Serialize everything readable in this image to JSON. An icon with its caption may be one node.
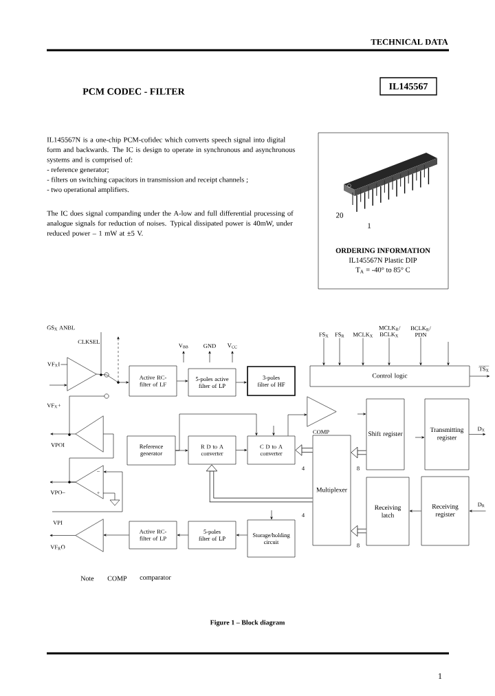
{
  "diagram": {
    "title": "PCM CODEC - FILTER",
    "caption": "Figure 1 – Block diagram",
    "nodes": [
      {
        "text": [
          "IL145567"
        ]
      },
      {
        "text": [
          "ORDERING INFORMATION",
          "IL145567N Plastic DIP",
          "T$_{A}$ = -40° to 85° C"
        ]
      },
      {
        "text": [
          "VF$_{X}$I"
        ]
      },
      {
        "text": [],
        "shape": "triangle"
      },
      {
        "text": [
          "Active RC-filter of LF"
        ]
      },
      {
        "text": [
          "5-poles active filter of LP"
        ]
      },
      {
        "text": [
          "3-poles filter of HF"
        ]
      },
      {
        "text": [
          "FS$_{X}$"
        ]
      },
      {
        "text": [
          "FS$_{R}$"
        ]
      },
      {
        "text": [
          "MCLK$_{X}$"
        ]
      },
      {
        "text": [
          "MCLK$_{R}$/ BCLK$_{X}$"
        ]
      },
      {
        "text": [
          "BCLK$_{R}$/ PDN"
        ]
      },
      {
        "text": [
          "Control logic"
        ]
      },
      {
        "text": [
          "TS$_{X}$"
        ]
      },
      {
        "text": [],
        "shape": "triangle",
        "beside": [
          "COMP"
        ]
      },
      {
        "text": [
          "Shift register"
        ]
      },
      {
        "text": [
          "Transmitting register"
        ]
      },
      {
        "text": [
          "D$_{X}$"
        ]
      },
      {
        "text": [],
        "shape": "triangle"
      },
      {
        "text": [
          "VPOI"
        ]
      },
      {
        "text": [
          "Reference generator"
        ]
      },
      {
        "text": [
          "R D to A converter"
        ]
      },
      {
        "text": [
          "C D to A converter"
        ]
      },
      {
        "text": [
          "Multiplexer"
        ]
      },
      {
        "text": [],
        "shape": "triangle"
      },
      {
        "text": [
          "VPO–"
        ]
      },
      {
        "text": [
          "VPI"
        ]
      },
      {
        "text": [
          "Receiving latch"
        ]
      },
      {
        "text": [
          "Receiving register"
        ]
      },
      {
        "text": [
          "D$_{R}$"
        ]
      },
      {
        "text": [
          "VF$_{R}$O"
        ]
      },
      {
        "text": [],
        "shape": "triangle"
      },
      {
        "text": [
          "Active RC-filter of LP"
        ]
      },
      {
        "text": [
          "5-poles filter of LP"
        ]
      },
      {
        "text": [
          "Storage/holding circuit"
        ]
      }
    ],
    "edges": [
      {
        "from": 2,
        "to": 3,
        "arrow": "none"
      },
      {
        "from": null,
        "to": 3,
        "arrow": "to"
      },
      {
        "from": 3,
        "to": 4,
        "arrow": "to"
      },
      {
        "from": 4,
        "to": 5,
        "arrow": "to"
      },
      {
        "from": 5,
        "to": 6,
        "arrow": "to"
      },
      {
        "from": 7,
        "to": 12,
        "arrow": "to"
      },
      {
        "from": 8,
        "to": 12,
        "arrow": "to"
      },
      {
        "from": 9,
        "to": 12,
        "arrow": "to"
      },
      {
        "from": 10,
        "to": 12,
        "arrow": "to"
      },
      {
        "from": 11,
        "to": 12,
        "arrow": "to"
      },
      {
        "from": null,
        "to": 12,
        "arrow": "to"
      },
      {
        "from": 12,
        "to": 13,
        "arrow": "to"
      },
      {
        "from": 22,
        "to": 14,
        "arrow": "to"
      },
      {
        "from": null,
        "to": 15,
        "arrow": "to"
      },
      {
        "from": null,
        "to": 16,
        "arrow": "to"
      },
      {
        "from": 16,
        "to": 17,
        "arrow": "to"
      },
      {
        "from": 18,
        "to": 19,
        "arrow": "to"
      },
      {
        "from": 20,
        "to": 21,
        "arrow": "to"
      },
      {
        "from": 20,
        "to": 22,
        "arrow": "to"
      },
      {
        "from": 21,
        "to": 22,
        "arrow": "to"
      },
      {
        "from": 23,
        "to": 22,
        "arrow": "to",
        "style": "thick",
        "label": "4"
      },
      {
        "from": 15,
        "to": 23,
        "arrow": "to",
        "style": "thick",
        "label": "8"
      },
      {
        "from": 24,
        "to": 25,
        "arrow": "to"
      },
      {
        "from": 26,
        "to": 24,
        "arrow": "to"
      },
      {
        "from": 23,
        "to": 21,
        "arrow": "to",
        "style": "thick",
        "label": "4"
      },
      {
        "from": 28,
        "to": 27,
        "arrow": "to"
      },
      {
        "from": 29,
        "to": 28,
        "arrow": "to"
      },
      {
        "from": 27,
        "to": 23,
        "arrow": "to",
        "style": "thick",
        "label": "8"
      },
      {
        "from": 31,
        "to": 30,
        "arrow": "to"
      },
      {
        "from": 32,
        "to": 31,
        "arrow": "to"
      },
      {
        "from": 33,
        "to": 32,
        "arrow": "to"
      },
      {
        "from": 34,
        "to": 33,
        "arrow": "to"
      },
      {
        "from": null,
        "to": 22,
        "arrow": "to"
      },
      {
        "from": null,
        "to": 34,
        "arrow": "to"
      },
      {
        "from": 18,
        "to": 24,
        "arrow": "none"
      }
    ],
    "labels": [
      "TECHNICAL DATA",
      "IL145567N is a one-chip PCM-cofidec which converts speech signal into digital form and backwards. The IC is design to operate in synchronous and asynchronous systems and is comprised of:",
      "- reference generator;",
      "- filters on switching capacitors in transmission and receipt channels ;",
      "- two operational amplifiers.",
      "The IC does signal companding under the A-low and full differential processing of analogue signals for reduction of noises. Typical dissipated power is 40mW, under reduced power – 1 mW at ±5 V.",
      "20",
      "1",
      "GS$_{X}$ ANBL",
      "CLKSEL",
      "V$_{BB}$",
      "GND",
      "V$_{CC}$",
      "VF$_{X}$+",
      "–",
      "+",
      "Note",
      "COMP",
      "comparator",
      "1"
    ]
  }
}
